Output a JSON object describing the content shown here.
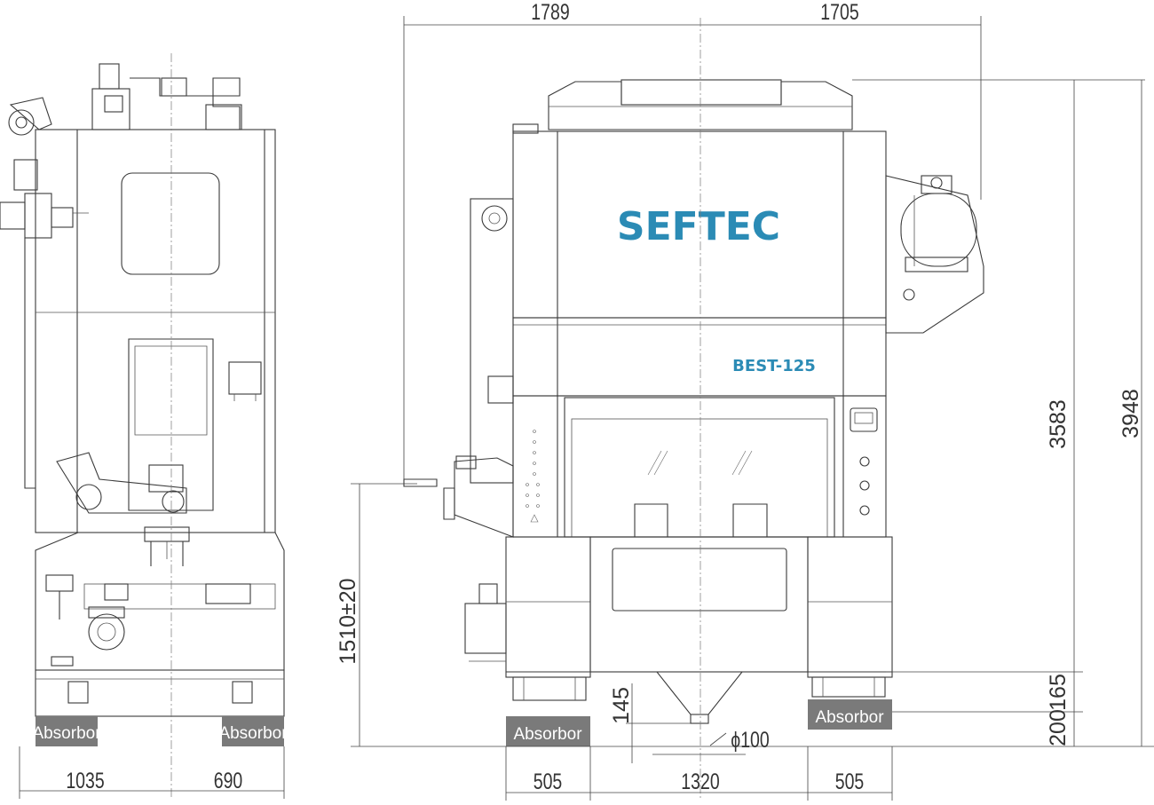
{
  "brand": "SEFTEC",
  "model": "BEST-125",
  "absorber_label": "Absorbor",
  "dimensions": {
    "side_left_width": "1035",
    "side_right_width": "690",
    "top_left_width": "1789",
    "top_right_width": "1705",
    "bottom_left_width": "505",
    "bottom_center_width": "1320",
    "bottom_right_width": "505",
    "height_total": "3948",
    "height_main": "3583",
    "height_165": "165",
    "height_200": "200",
    "height_145": "145",
    "bed_height": "1510±20",
    "hole_diameter": "ϕ100"
  },
  "colors": {
    "brand": "#2b8bb5",
    "absorber_fill": "#7a7a7a",
    "line": "#3a3a3a"
  }
}
